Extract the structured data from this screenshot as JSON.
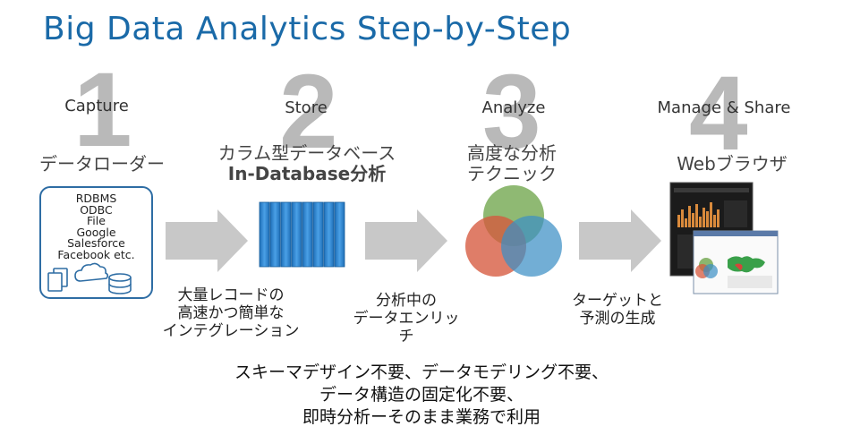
{
  "title": "Big Data Analytics Step-by-Step",
  "steps": [
    {
      "number": "1",
      "label": "Capture",
      "subtitle": "データローダー"
    },
    {
      "number": "2",
      "label": "Store",
      "subtitle_line1": "カラム型データベース",
      "subtitle_line2": "In-Database分析"
    },
    {
      "number": "3",
      "label": "Analyze",
      "subtitle_line1": "高度な分析",
      "subtitle_line2": "テクニック"
    },
    {
      "number": "4",
      "label": "Manage & Share",
      "subtitle": "Webブラウザ"
    }
  ],
  "sources": [
    "RDBMS",
    "ODBC",
    "File",
    "Google",
    "Salesforce",
    "Facebook etc."
  ],
  "notes": {
    "integration": [
      "大量レコードの",
      "高速かつ簡単な",
      "インテグレーション"
    ],
    "enrich": [
      "分析中の",
      "データエンリッ",
      "チ"
    ],
    "target": [
      "ターゲットと",
      "予測の生成"
    ]
  },
  "bottom_lines": [
    "スキーマデザイン不要、データモデリング不要、",
    "データ構造の固定化不要、",
    "即時分析ーそのまま業務で利用"
  ],
  "colors": {
    "title": "#1a6aa8",
    "number": "#b9b9b9",
    "arrow": "#c8c8c8",
    "db_bar": "#2f86d3",
    "venn_green": "#6fa54c",
    "venn_red": "#d6583e",
    "venn_blue": "#3b8fc5"
  }
}
